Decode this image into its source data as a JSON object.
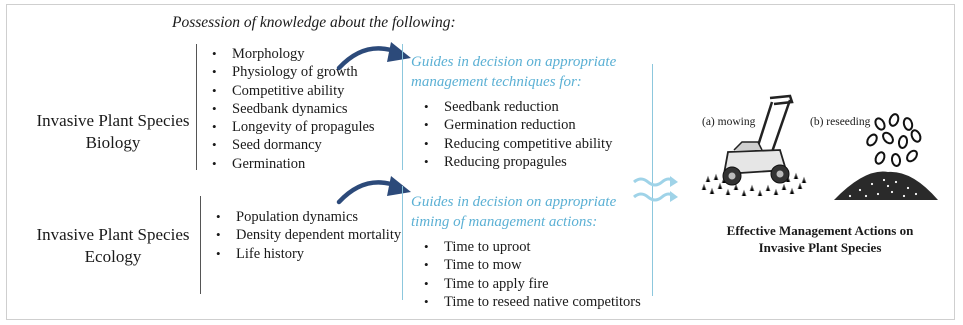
{
  "header": "Possession of knowledge about the following:",
  "biology": {
    "title_line1": "Invasive Plant Species",
    "title_line2": "Biology",
    "items": [
      "Morphology",
      "Physiology of growth",
      "Competitive ability",
      "Seedbank dynamics",
      "Longevity of propagules",
      "Seed dormancy",
      "Germination"
    ]
  },
  "ecology": {
    "title_line1": "Invasive Plant Species",
    "title_line2": "Ecology",
    "items": [
      "Population dynamics",
      "Density dependent mortality",
      "Life history"
    ]
  },
  "techniques": {
    "guide_line1": "Guides in decision on appropriate",
    "guide_line2": "management techniques for:",
    "items": [
      "Seedbank reduction",
      "Germination reduction",
      "Reducing competitive ability",
      "Reducing propagules"
    ]
  },
  "timing": {
    "guide_line1": "Guides in decision on appropriate",
    "guide_line2": "timing of management actions:",
    "items": [
      "Time to uproot",
      "Time to mow",
      "Time to apply fire",
      "Time to reseed native competitors"
    ]
  },
  "illustration": {
    "mowing_label": "(a) mowing",
    "reseeding_label": "(b) reseeding"
  },
  "result": {
    "line1": "Effective Management Actions on",
    "line2": "Invasive Plant Species"
  },
  "colors": {
    "accent_blue": "#5bb0d4",
    "arrow_navy": "#2c4a7a",
    "wave_blue": "#9fd3e8"
  }
}
